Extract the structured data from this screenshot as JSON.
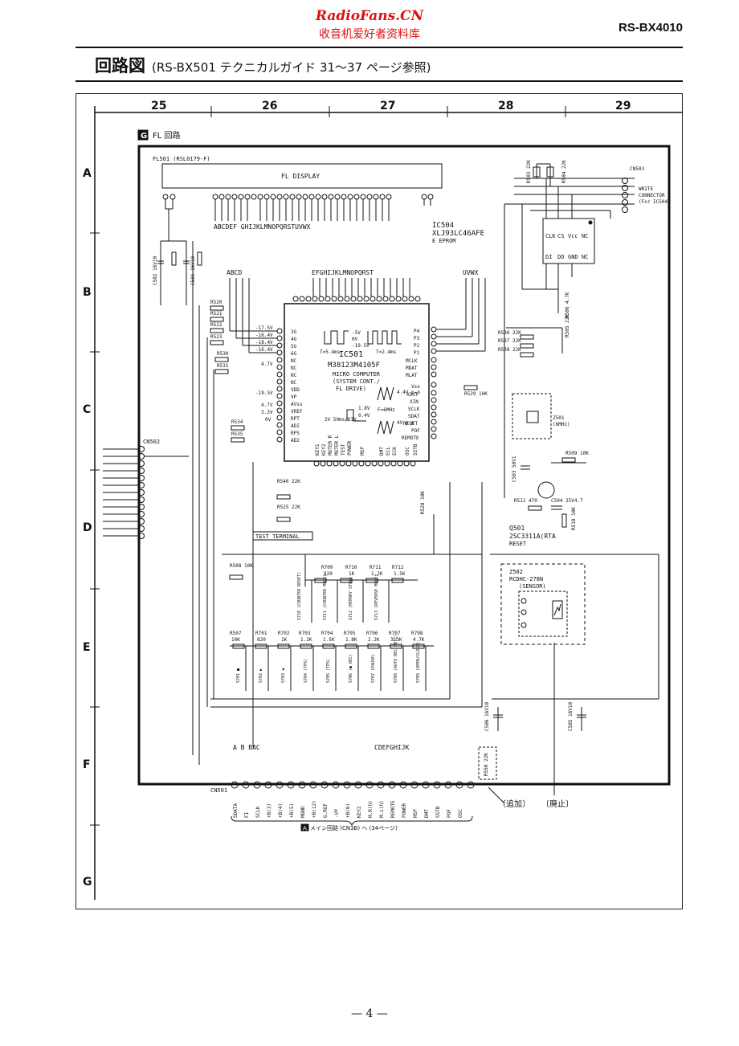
{
  "watermark": {
    "line1": "RadioFans.CN",
    "line2": "收音机爱好者资料库"
  },
  "model": "RS-BX4010",
  "heading": {
    "title": "回路図",
    "subtitle": "(RS-BX501 テクニカルガイド 31〜37 ページ参照)"
  },
  "grid": {
    "columns": [
      "25",
      "26",
      "27",
      "28",
      "29"
    ],
    "rows": [
      "A",
      "B",
      "C",
      "D",
      "E",
      "F",
      "G"
    ]
  },
  "section": {
    "badge": "G",
    "title": "FL 回路"
  },
  "fl501": {
    "ref": "FL501 (RSL0179-F)",
    "label": "FL DISPLAY",
    "segments": "ABCDEF GHIJKLMNOPQRSTUVWX"
  },
  "ic504": {
    "ref": "IC504",
    "part": "XLJ93LC46AFE",
    "desc": "E EPROM",
    "pins_top": [
      "CLK",
      "CS",
      "Vcc",
      "NC"
    ],
    "pins_bot": [
      "DI",
      "DO",
      "GND",
      "NC"
    ]
  },
  "ic501": {
    "ref": "IC501",
    "part": "M38123M4105F",
    "desc1": "MICRO COMPUTER",
    "desc2": "(SYSTEM CONT./",
    "desc3": "FL DRIVE)",
    "left_pins": [
      "3G",
      "4G",
      "5G",
      "6G",
      "NC",
      "NC",
      "NC",
      "NC",
      "VDD",
      "VP",
      "AVss",
      "VREF",
      "RPT",
      "ADI",
      "RPS",
      "AD2"
    ],
    "right_pins": [
      "P4",
      "P3",
      "P2",
      "P1",
      "MCLK",
      "MDAT",
      "MLAT",
      "Vss",
      "XOUT",
      "XIN",
      "SCLK",
      "SDAT",
      "RESET",
      "POF",
      "REMOTE"
    ],
    "bottom_pins": [
      "KEY1",
      "KEY2",
      "MUTER R",
      "MUTER L",
      "TEST",
      "POWER",
      "MSP",
      "DMT",
      "ECL",
      "ECK",
      "OSC",
      "SSTB"
    ]
  },
  "ic501_top_letters": "EFGHIJKLMNOPQRST",
  "ic501_top_left": "ABCD",
  "ic501_top_right": "UVWX",
  "voltages": {
    "v1": "-17.5V",
    "v2": "-16.4V",
    "v3": "-18.4V",
    "v4": "-16.4V",
    "v5": "4.7V",
    "v6": "-19.5V",
    "v7": "4.7V",
    "v8": "3.3V",
    "v9": "0V"
  },
  "waveforms": {
    "w1": "T=5.4ms",
    "w2": "T=2.4ms",
    "w3": "-5V",
    "w4": "0V",
    "w5": "-19.5V",
    "w6": "1.8V",
    "w7": "0.4V",
    "w8": "2V 50ms/DIV.",
    "w9": "F=6MHz",
    "w10": "4.4V p-p",
    "w11": "4V p-p"
  },
  "resistors": {
    "r520": "R520",
    "r521": "R521",
    "r522": "R522",
    "r523": "R523",
    "r530": "R530",
    "r531": "R531",
    "r534": "R534",
    "r535": "R535",
    "r540": "R540 22K",
    "r525": "R525 22K",
    "r508": "R508 10K",
    "r529": "R529 10K",
    "r536": "R536 22K",
    "r537": "R537 22K",
    "r538": "R538 22K",
    "r503": "R503 22K",
    "r504": "R504 22K",
    "r506": "R506 4.7K",
    "r505": "R505 22K",
    "r509": "R509 10K",
    "r511": "R511 470",
    "r510": "R510 10K",
    "r528": "R528 10K",
    "r550": "R550 22K"
  },
  "caps": {
    "c502": "C502 16V10",
    "c501": "C501 16V10",
    "c503": "C503 50V1",
    "c504": "C504 25V4.7",
    "c506": "C506 16V10",
    "c505": "C505 16V10"
  },
  "cn503": {
    "ref": "CN503",
    "label1": "WRITE",
    "label2": "CONNECTOR",
    "label3": "(For IC504)"
  },
  "cn502": {
    "ref": "CN502"
  },
  "z501": {
    "ref": "Z501",
    "value": "(6MHz)"
  },
  "q501": {
    "ref": "Q501",
    "part": "2SC3311A(RTA",
    "desc": "RESET"
  },
  "z502": {
    "ref": "Z502",
    "part": "RCDHC-278N",
    "desc": "(SENSOR)"
  },
  "test_terminal": "TEST TERMINAL",
  "sw_top": [
    {
      "r": "R709",
      "v": "820",
      "s": "S710 (COUNTER RESET)"
    },
    {
      "r": "R710",
      "v": "1K",
      "s": "S711 (COUNTER MODE)"
    },
    {
      "r": "R711",
      "v": "1.2K",
      "s": "S712 (MEMORY STOP)"
    },
    {
      "r": "R712",
      "v": "1.5K",
      "s": "S713 (REVERSE MODE)"
    }
  ],
  "sw_bottom": [
    {
      "r": "R507",
      "v": "10K",
      "s": "S701 ■"
    },
    {
      "r": "R701",
      "v": "820",
      "s": "S702 ▶"
    },
    {
      "r": "R702",
      "v": "1K",
      "s": "S703 ◀"
    },
    {
      "r": "R703",
      "v": "1.2K",
      "s": "S704 (TPS)"
    },
    {
      "r": "R704",
      "v": "1.5K",
      "s": "S705 (TPS)"
    },
    {
      "r": "R705",
      "v": "1.8K",
      "s": "S706 (● REC)"
    },
    {
      "r": "R706",
      "v": "2.2K",
      "s": "S707 (PAUSE)"
    },
    {
      "r": "R707",
      "v": "3.3K",
      "s": "S708 (AUTO REC MUTE)"
    },
    {
      "r": "R708",
      "v": "4.7K",
      "s": "S709 (OPEN/CLOSE)"
    }
  ],
  "cn501": {
    "ref": "CN501",
    "pins": [
      "SDATA",
      "FI",
      "SCLK",
      "+B(3)",
      "+B(4)",
      "+B(5)",
      "MGND",
      "+B(12)",
      "G.REF",
      "-VP",
      "+B(6)",
      "KEY2",
      "M.R(h)",
      "M.L(h)",
      "REMOTE",
      "POWER",
      "MSP",
      "DMT",
      "SSTB",
      "POF",
      "OSC"
    ]
  },
  "cn501_letters": {
    "left": "A  B  BAC",
    "right": "CDEFGHIJK"
  },
  "footer_note": "メイン回路 (CN3B) へ (34ページ)",
  "footer_badge": "A",
  "added": "〔追加〕",
  "removed": "〔廃止〕",
  "pageno": "— 4 —"
}
